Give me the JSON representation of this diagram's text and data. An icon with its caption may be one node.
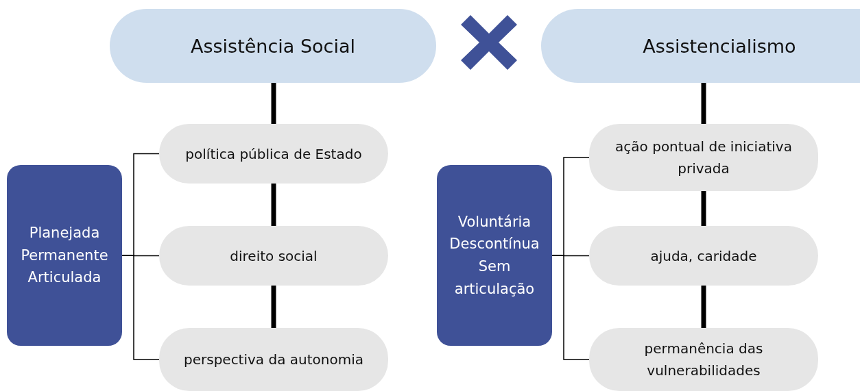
{
  "diagram": {
    "nodes": [
      {
        "text": [
          "Assistência Social"
        ]
      },
      {
        "text": [
          "Assistencialismo"
        ]
      },
      {
        "text": [
          "política pública de Estado"
        ]
      },
      {
        "text": [
          "direito social"
        ]
      },
      {
        "text": [
          "perspectiva da autonomia"
        ]
      },
      {
        "text": [
          "Planejada Permanente Articulada"
        ]
      },
      {
        "text": [
          "ação pontual de iniciativa privada"
        ]
      },
      {
        "text": [
          "ajuda, caridade"
        ]
      },
      {
        "text": [
          "permanência das vulnerabilidades"
        ]
      },
      {
        "text": [
          "Voluntária Descontínua Sem articulação"
        ]
      }
    ],
    "edges": [
      {
        "from": 0,
        "to": 2,
        "arrow": "none",
        "style": "thick"
      },
      {
        "from": 2,
        "to": 3,
        "arrow": "none",
        "style": "thick"
      },
      {
        "from": 3,
        "to": 4,
        "arrow": "none",
        "style": "thick"
      },
      {
        "from": 1,
        "to": 6,
        "arrow": "none",
        "style": "thick"
      },
      {
        "from": 6,
        "to": 7,
        "arrow": "none",
        "style": "thick"
      },
      {
        "from": 7,
        "to": 8,
        "arrow": "none",
        "style": "thick"
      },
      {
        "from": 5,
        "to": 2,
        "arrow": "none"
      },
      {
        "from": 5,
        "to": 3,
        "arrow": "none"
      },
      {
        "from": 5,
        "to": 4,
        "arrow": "none"
      },
      {
        "from": 9,
        "to": 6,
        "arrow": "none"
      },
      {
        "from": 9,
        "to": 7,
        "arrow": "none"
      },
      {
        "from": 9,
        "to": 8,
        "arrow": "none"
      }
    ]
  }
}
